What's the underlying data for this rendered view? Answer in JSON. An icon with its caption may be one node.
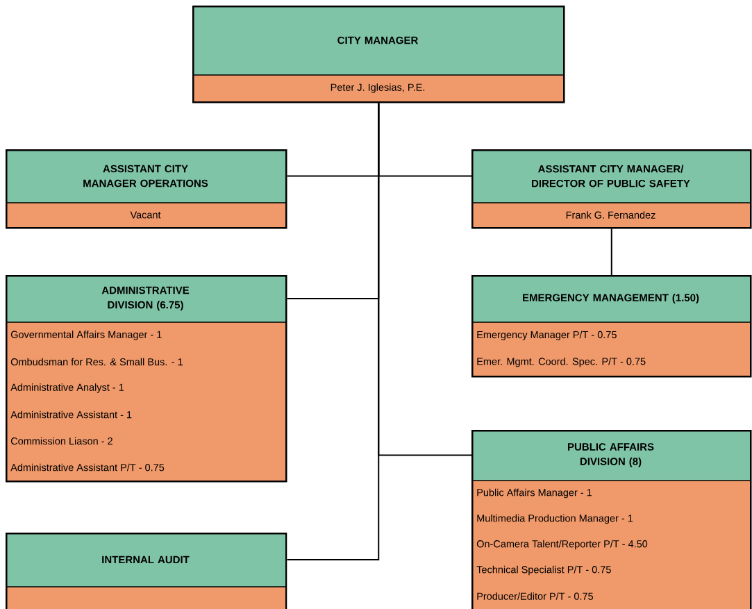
{
  "diagram": {
    "nodes": [
      {
        "text": [
          "CITY MANAGER",
          "Peter J. Iglesias, P.E."
        ]
      },
      {
        "text": [
          "ASSISTANT CITY MANAGER OPERATIONS",
          "Vacant"
        ]
      },
      {
        "text": [
          "ASSISTANT CITY MANAGER/ DIRECTOR OF PUBLIC SAFETY",
          "Frank G. Fernandez"
        ]
      },
      {
        "text": [
          "ADMINISTRATIVE DIVISION (6.75)",
          "Governmental Affairs Manager - 1",
          "Ombudsman for Res. & Small Bus. - 1",
          "Administrative Analyst - 1",
          "Administrative Assistant - 1",
          "Commission Liason - 2",
          "Administrative Assistant P/T - 0.75"
        ]
      },
      {
        "text": [
          "EMERGENCY MANAGEMENT (1.50)",
          "Emergency Manager P/T - 0.75",
          "Emer. Mgmt. Coord. Spec. P/T - 0.75"
        ]
      },
      {
        "text": [
          "PUBLIC AFFAIRS DIVISION (8)",
          "Public Affairs Manager - 1",
          "Multimedia Production Manager - 1",
          "On-Camera Talent/Reporter P/T - 4.50",
          "Technical Specialist P/T - 0.75",
          "Producer/Editor P/T - 0.75"
        ]
      },
      {
        "text": [
          "INTERNAL AUDIT"
        ]
      }
    ],
    "edges": [
      {
        "from": 0,
        "to": 1,
        "arrow": "none"
      },
      {
        "from": 0,
        "to": 2,
        "arrow": "none"
      },
      {
        "from": 0,
        "to": 3,
        "arrow": "none"
      },
      {
        "from": 2,
        "to": 4,
        "arrow": "none"
      },
      {
        "from": 0,
        "to": 5,
        "arrow": "none"
      },
      {
        "from": 0,
        "to": 6,
        "arrow": "none"
      }
    ]
  }
}
